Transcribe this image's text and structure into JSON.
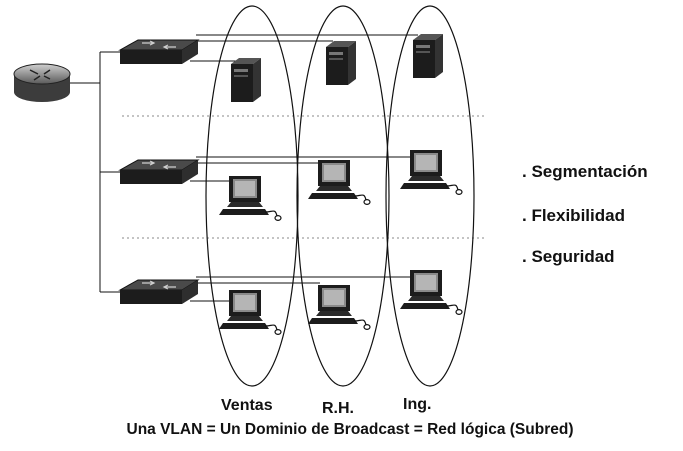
{
  "diagram": {
    "features": [
      ". Segmentación",
      ". Flexibilidad",
      ". Seguridad"
    ],
    "groups": [
      "Ventas",
      "R.H.",
      "Ing."
    ],
    "caption": "Una VLAN = Un Dominio de Broadcast = Red lógica (Subred)",
    "devices": {
      "router": "router-icon",
      "switch": "switch-icon",
      "server": "server-icon",
      "workstation": "workstation-icon"
    },
    "colors": {
      "ink": "#111111",
      "device": "#1c1c1c",
      "dotted": "#8a8a8a",
      "background": "#ffffff"
    }
  }
}
